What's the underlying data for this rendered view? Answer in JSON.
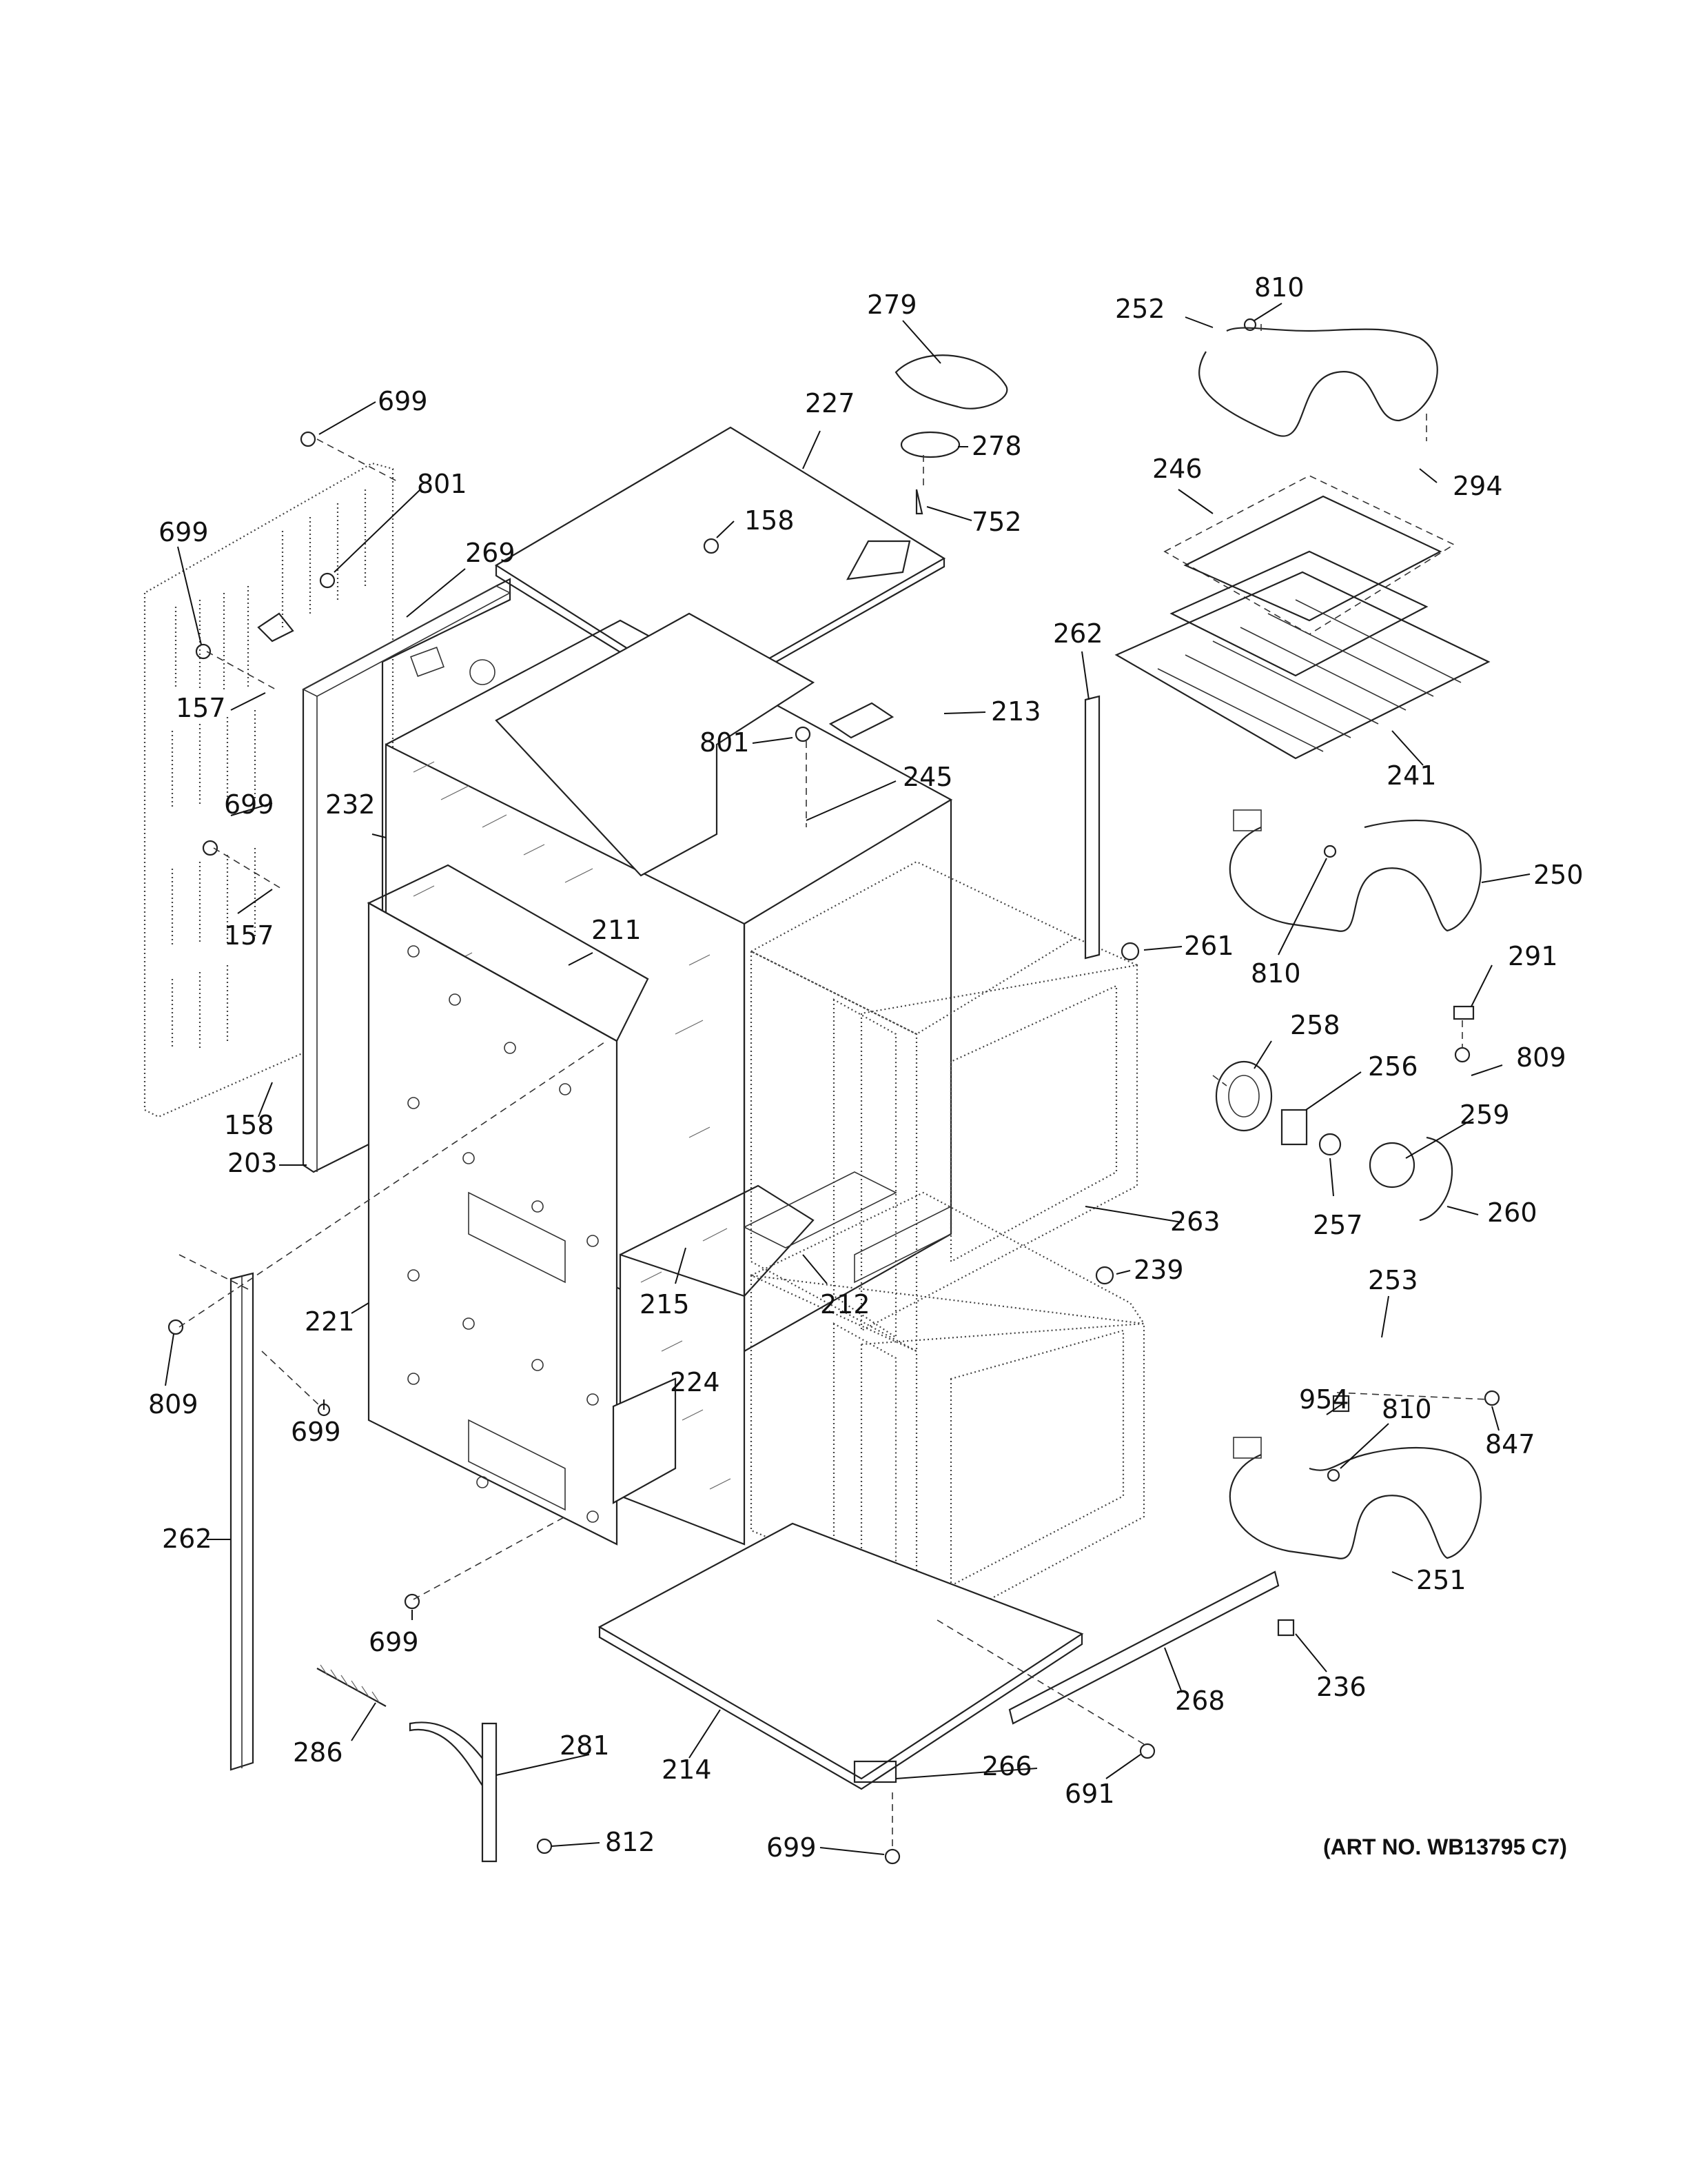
{
  "art_number": "(ART NO. WB13795 C7)",
  "callouts": [
    {
      "id": "c-279",
      "text": "279"
    },
    {
      "id": "c-810a",
      "text": "810"
    },
    {
      "id": "c-252",
      "text": "252"
    },
    {
      "id": "c-227",
      "text": "227"
    },
    {
      "id": "c-278",
      "text": "278"
    },
    {
      "id": "c-699a",
      "text": "699"
    },
    {
      "id": "c-294",
      "text": "294"
    },
    {
      "id": "c-801a",
      "text": "801"
    },
    {
      "id": "c-752",
      "text": "752"
    },
    {
      "id": "c-246",
      "text": "246"
    },
    {
      "id": "c-699b",
      "text": "699"
    },
    {
      "id": "c-158a",
      "text": "158"
    },
    {
      "id": "c-269",
      "text": "269"
    },
    {
      "id": "c-262a",
      "text": "262"
    },
    {
      "id": "c-157a",
      "text": "157"
    },
    {
      "id": "c-213",
      "text": "213"
    },
    {
      "id": "c-801b",
      "text": "801"
    },
    {
      "id": "c-241",
      "text": "241"
    },
    {
      "id": "c-245",
      "text": "245"
    },
    {
      "id": "c-699c",
      "text": "699"
    },
    {
      "id": "c-232",
      "text": "232"
    },
    {
      "id": "c-250",
      "text": "250"
    },
    {
      "id": "c-157b",
      "text": "157"
    },
    {
      "id": "c-211",
      "text": "211"
    },
    {
      "id": "c-261",
      "text": "261"
    },
    {
      "id": "c-810b",
      "text": "810"
    },
    {
      "id": "c-291",
      "text": "291"
    },
    {
      "id": "c-258",
      "text": "258"
    },
    {
      "id": "c-256",
      "text": "256"
    },
    {
      "id": "c-809a",
      "text": "809"
    },
    {
      "id": "c-158b",
      "text": "158"
    },
    {
      "id": "c-259",
      "text": "259"
    },
    {
      "id": "c-203",
      "text": "203"
    },
    {
      "id": "c-263",
      "text": "263"
    },
    {
      "id": "c-257",
      "text": "257"
    },
    {
      "id": "c-260",
      "text": "260"
    },
    {
      "id": "c-239",
      "text": "239"
    },
    {
      "id": "c-215",
      "text": "215"
    },
    {
      "id": "c-212",
      "text": "212"
    },
    {
      "id": "c-253",
      "text": "253"
    },
    {
      "id": "c-221",
      "text": "221"
    },
    {
      "id": "c-954",
      "text": "954"
    },
    {
      "id": "c-224",
      "text": "224"
    },
    {
      "id": "c-810c",
      "text": "810"
    },
    {
      "id": "c-847",
      "text": "847"
    },
    {
      "id": "c-809b",
      "text": "809"
    },
    {
      "id": "c-699d",
      "text": "699"
    },
    {
      "id": "c-262b",
      "text": "262"
    },
    {
      "id": "c-251",
      "text": "251"
    },
    {
      "id": "c-699e",
      "text": "699"
    },
    {
      "id": "c-236",
      "text": "236"
    },
    {
      "id": "c-268",
      "text": "268"
    },
    {
      "id": "c-286",
      "text": "286"
    },
    {
      "id": "c-281",
      "text": "281"
    },
    {
      "id": "c-214",
      "text": "214"
    },
    {
      "id": "c-266",
      "text": "266"
    },
    {
      "id": "c-691",
      "text": "691"
    },
    {
      "id": "c-812",
      "text": "812"
    },
    {
      "id": "c-699f",
      "text": "699"
    }
  ]
}
